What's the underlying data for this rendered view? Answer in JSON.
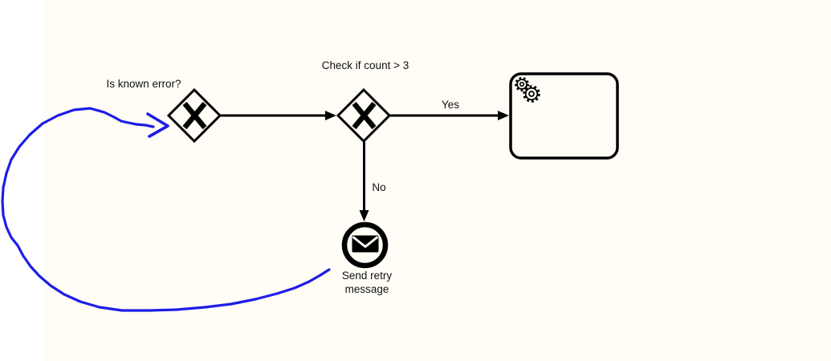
{
  "colors": {
    "canvas_bg": "#fffdf6",
    "margin_bg": "#ffffff",
    "ink": "#000000",
    "annotation_blue": "#1d1de8",
    "label_text": "#111111"
  },
  "diagram": {
    "gateways": {
      "is_known_error": {
        "label": "Is known error?",
        "kind": "exclusive-gateway"
      },
      "check_count": {
        "label": "Check if count > 3",
        "kind": "exclusive-gateway"
      }
    },
    "flows": {
      "yes_label": "Yes",
      "no_label": "No"
    },
    "task": {
      "label": "",
      "kind": "service-task",
      "icon": "gears"
    },
    "event": {
      "label_line1": "Send retry",
      "label_line2": "message",
      "kind": "message-end-event",
      "icon": "envelope"
    },
    "annotation": {
      "kind": "hand-drawn-loop-arrow",
      "color": "#1d1de8"
    }
  }
}
